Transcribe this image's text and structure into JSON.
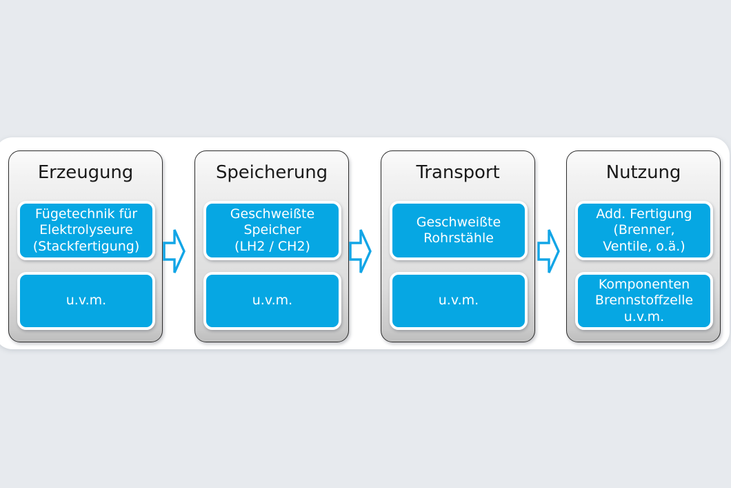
{
  "diagram": {
    "title_visible": false,
    "colors": {
      "background": "#e7eaee",
      "container": "#ffffff",
      "panel_gray": "#e0e0e0",
      "accent_blue": "#06a7e3",
      "arrow_blue": "#12a5e6",
      "panel_border": "#2b2b2b",
      "box_text": "#ffffff",
      "title_text": "#1a1a1a"
    },
    "arrows": [
      {
        "name": "arrow-erzeugung-to-speicherung",
        "direction": "right",
        "style": "outlined-block-arrow"
      },
      {
        "name": "arrow-speicherung-to-transport",
        "direction": "right",
        "style": "outlined-block-arrow"
      },
      {
        "name": "arrow-transport-to-nutzung",
        "direction": "right",
        "style": "outlined-block-arrow"
      }
    ],
    "stages": [
      {
        "id": "erzeugung",
        "title": "Erzeugung",
        "boxes": [
          {
            "id": "fuegetechnik",
            "text": "Fügetechnik für\nElektrolyseure\n(Stackfertigung)"
          },
          {
            "id": "uvm-1",
            "text": "u.v.m."
          }
        ]
      },
      {
        "id": "speicherung",
        "title": "Speicherung",
        "boxes": [
          {
            "id": "geschweisste-speicher",
            "text": "Geschweißte\nSpeicher\n(LH2 / CH2)"
          },
          {
            "id": "uvm-2",
            "text": "u.v.m."
          }
        ]
      },
      {
        "id": "transport",
        "title": "Transport",
        "boxes": [
          {
            "id": "geschweisste-rohrstaehle",
            "text": "Geschweißte\nRohrstähle"
          },
          {
            "id": "uvm-3",
            "text": "u.v.m."
          }
        ]
      },
      {
        "id": "nutzung",
        "title": "Nutzung",
        "boxes": [
          {
            "id": "add-fertigung",
            "text": "Add. Fertigung\n(Brenner,\nVentile, o.ä.)"
          },
          {
            "id": "komponenten-brennstoffzelle",
            "text": "Komponenten\nBrennstoffzelle\nu.v.m."
          }
        ]
      }
    ]
  }
}
